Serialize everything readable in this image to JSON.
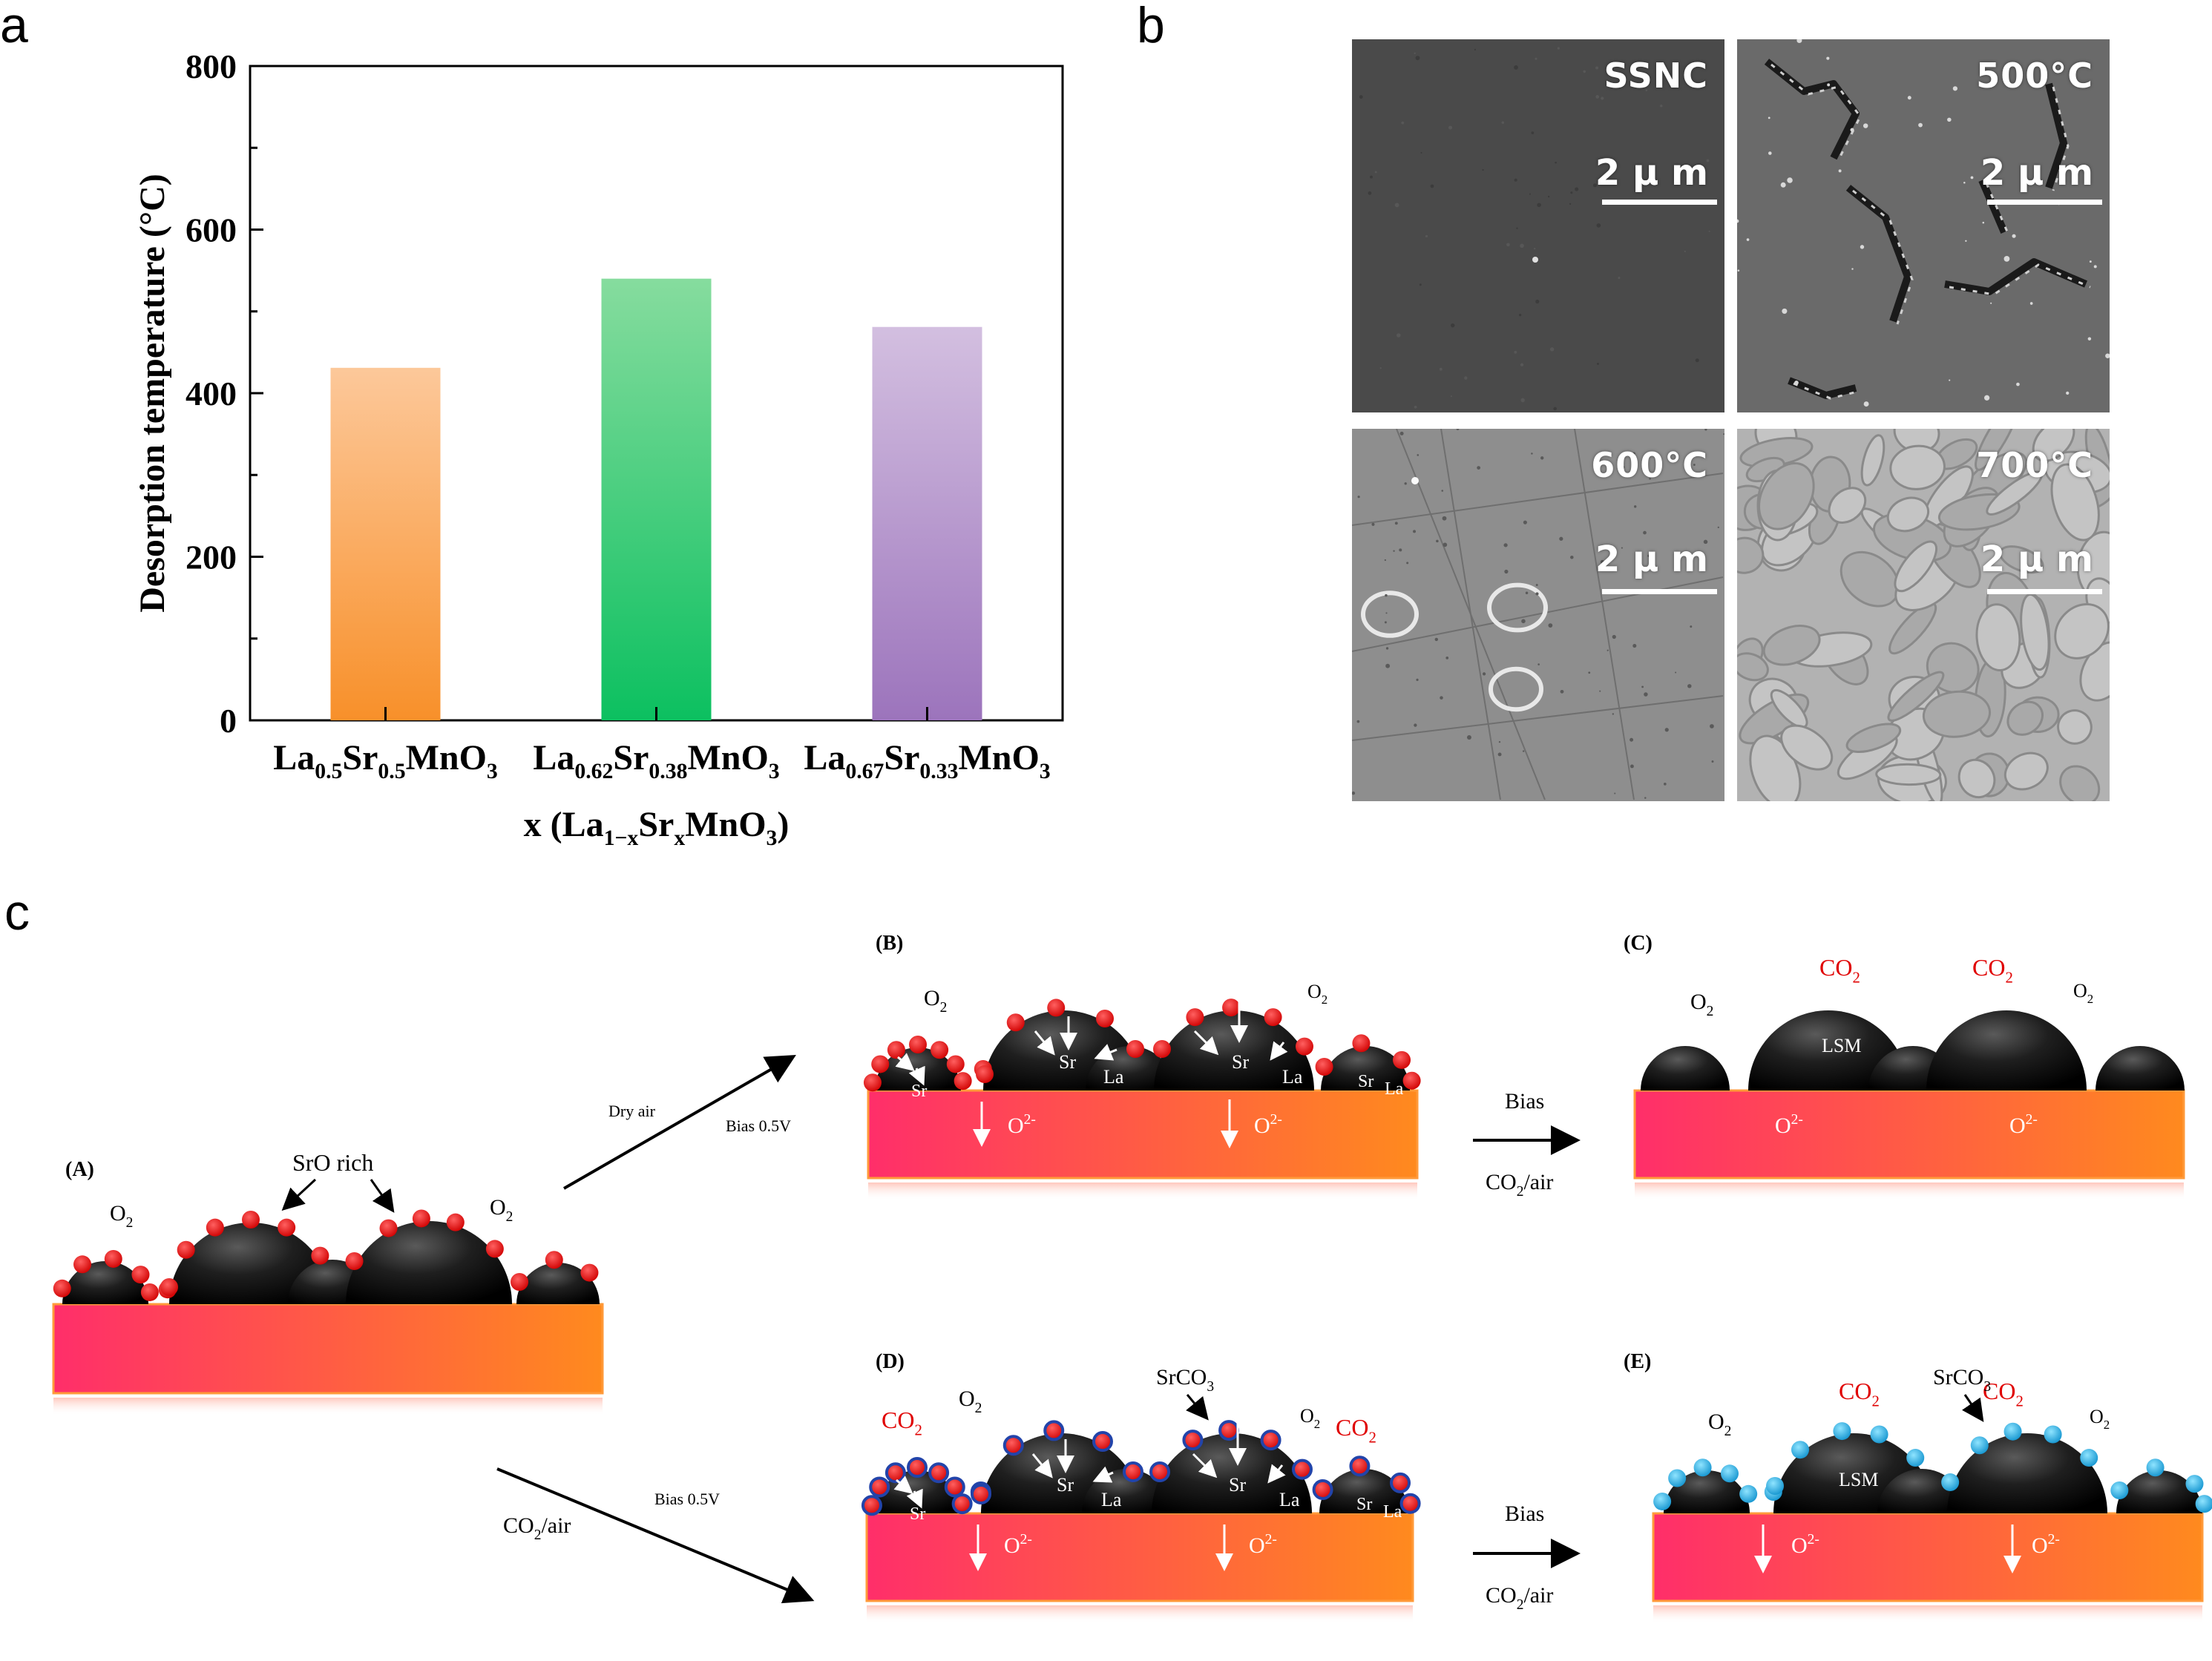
{
  "panels": {
    "a": "a",
    "b": "b",
    "c": "c"
  },
  "chart_data": {
    "type": "bar",
    "categories": [
      "La0.5Sr0.5MnO3",
      "La0.62Sr0.38MnO3",
      "La0.67Sr0.33MnO3"
    ],
    "category_parts": [
      [
        {
          "t": "La",
          "s": false
        },
        {
          "t": "0.5",
          "s": true
        },
        {
          "t": "Sr",
          "s": false
        },
        {
          "t": "0.5",
          "s": true
        },
        {
          "t": "MnO",
          "s": false
        },
        {
          "t": "3",
          "s": true
        }
      ],
      [
        {
          "t": "La",
          "s": false
        },
        {
          "t": "0.62",
          "s": true
        },
        {
          "t": "Sr",
          "s": false
        },
        {
          "t": "0.38",
          "s": true
        },
        {
          "t": "MnO",
          "s": false
        },
        {
          "t": "3",
          "s": true
        }
      ],
      [
        {
          "t": "La",
          "s": false
        },
        {
          "t": "0.67",
          "s": true
        },
        {
          "t": "Sr",
          "s": false
        },
        {
          "t": "0.33",
          "s": true
        },
        {
          "t": "MnO",
          "s": false
        },
        {
          "t": "3",
          "s": true
        }
      ]
    ],
    "values": [
      431,
      540,
      481
    ],
    "colors": [
      [
        "#fcc89a",
        "#f8902a"
      ],
      [
        "#86dc9e",
        "#0cc060"
      ],
      [
        "#d3bfe0",
        "#9c74bc"
      ]
    ],
    "ylabel": "Desorption temperature (°C)",
    "xlabel_parts": [
      {
        "t": "x (La",
        "s": false
      },
      {
        "t": "1−x",
        "s": true
      },
      {
        "t": "Sr",
        "s": false
      },
      {
        "t": "x",
        "s": true
      },
      {
        "t": "MnO",
        "s": false
      },
      {
        "t": "3",
        "s": true
      },
      {
        "t": ")",
        "s": false
      }
    ],
    "yticks": [
      0,
      200,
      400,
      600,
      800
    ],
    "ylim": [
      0,
      800
    ],
    "grid": false
  },
  "sem": {
    "scale_text": "2 μ m",
    "images": [
      {
        "label": "SSNC",
        "bg": "#4a4a4a",
        "texture": "smooth"
      },
      {
        "label": "500°C",
        "bg": "#6a6a6a",
        "texture": "cracks"
      },
      {
        "label": "600°C",
        "bg": "#8e8e8e",
        "texture": "scratches"
      },
      {
        "label": "700°C",
        "bg": "#b2b2b2",
        "texture": "grains"
      }
    ]
  },
  "schematic": {
    "A": "(A)",
    "B": "(B)",
    "C": "(C)",
    "D": "(D)",
    "E": "(E)",
    "srO_rich": "SrO rich",
    "o2": "O",
    "o2_sub": "2",
    "co2": "CO",
    "co2_sub": "2",
    "dry_air": "Dry air",
    "bias_05": "Bias 0.5V",
    "co2_air": "CO",
    "co2_air_tail": "/air",
    "bias": "Bias",
    "srco3": "SrCO",
    "srco3_sub": "3",
    "sr": "Sr",
    "la": "La",
    "lsm": "LSM",
    "o2minus": "O",
    "o2minus_sup": "2-",
    "colors": {
      "red": "#e00000",
      "blue": "#1da0e0",
      "substrate_left": "#ff2e6a",
      "substrate_right": "#ff8a1e"
    }
  }
}
